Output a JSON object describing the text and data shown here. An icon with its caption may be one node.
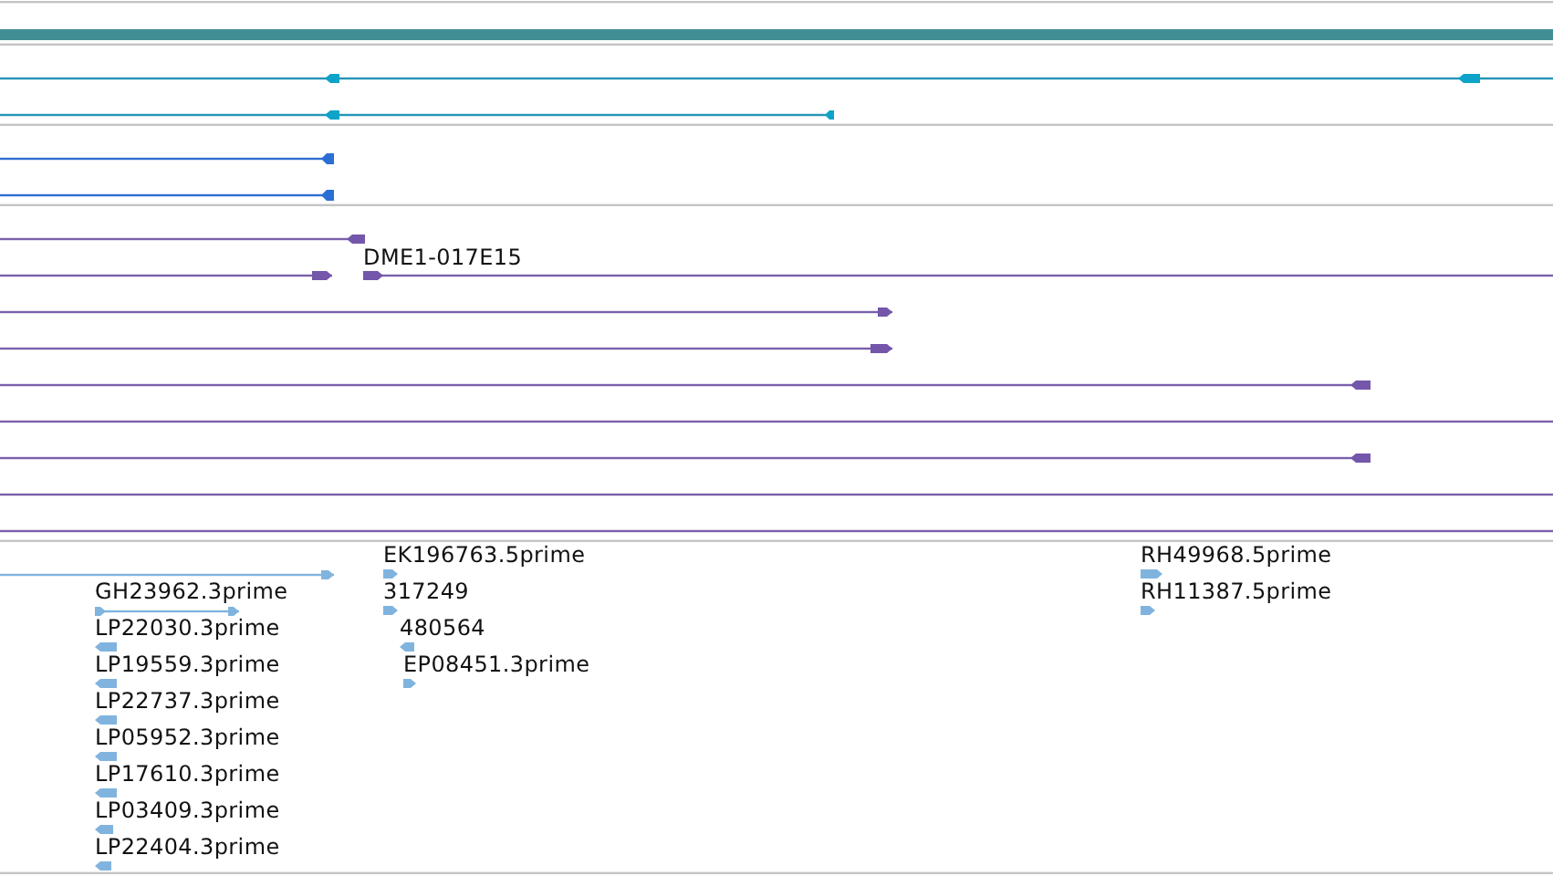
{
  "diagram": {
    "labels": [
      "DME1-017E15",
      "EK196763.5prime",
      "RH49968.5prime",
      "GH23962.3prime",
      "317249",
      "RH11387.5prime",
      "LP22030.3prime",
      "480564",
      "LP19559.3prime",
      "EP08451.3prime",
      "LP22737.3prime",
      "LP05952.3prime",
      "LP17610.3prime",
      "LP03409.3prime",
      "LP22404.3prime"
    ]
  }
}
